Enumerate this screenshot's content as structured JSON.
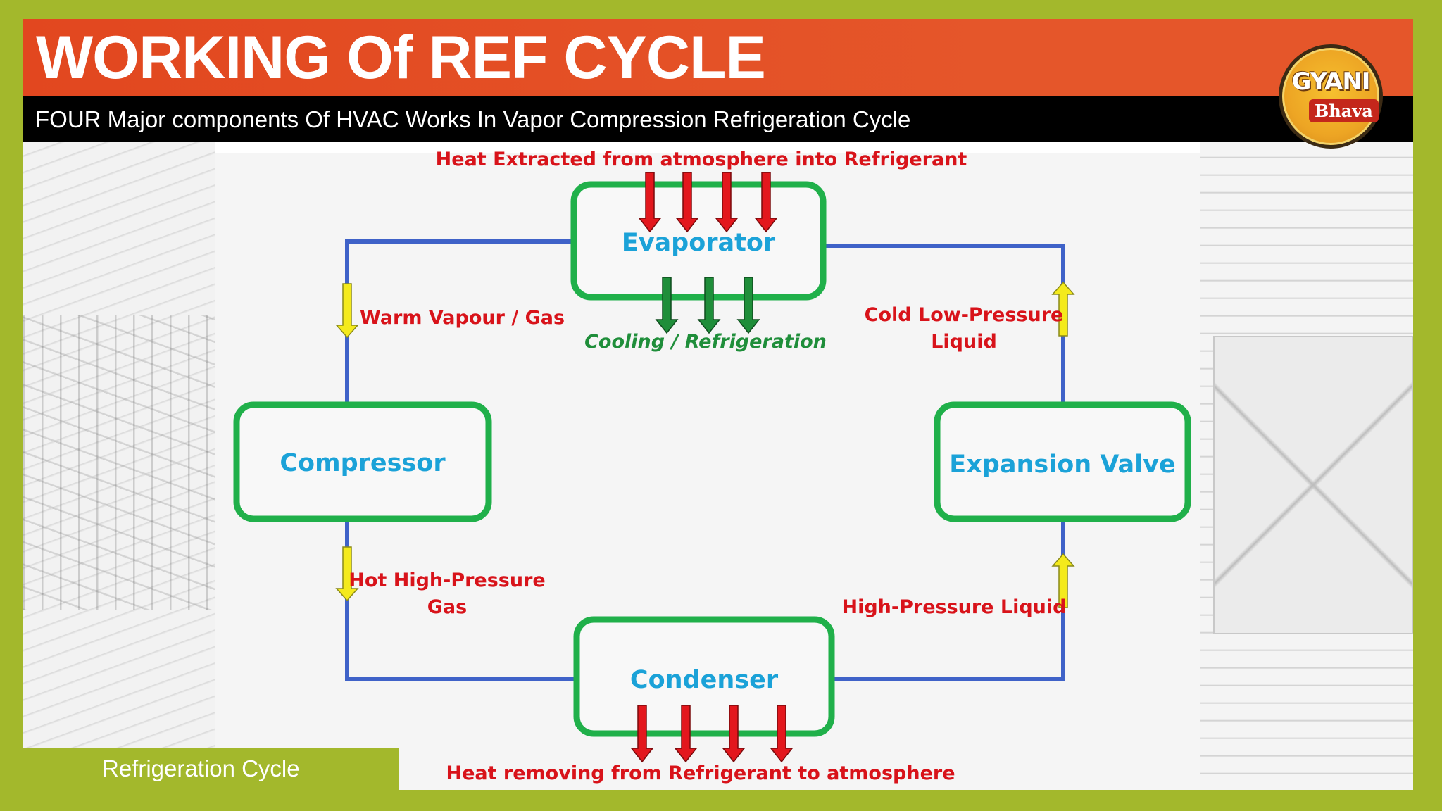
{
  "header": {
    "title": "WORKING Of REF CYCLE",
    "subtitle": "FOUR Major components Of  HVAC Works In Vapor Compression Refrigeration Cycle"
  },
  "logo": {
    "top_text": "GYANI",
    "bottom_text": "Bhava"
  },
  "diagram": {
    "components": {
      "evaporator": "Evaporator",
      "compressor": "Compressor",
      "condenser": "Condenser",
      "expansion_valve": "Expansion Valve"
    },
    "labels": {
      "heat_in": "Heat Extracted from atmosphere into Refrigerant",
      "cooling": "Cooling / Refrigeration",
      "warm_vapour": "Warm Vapour / Gas",
      "hot_gas_line1": "Hot High-Pressure",
      "hot_gas_line2": "Gas",
      "cold_liquid_line1": "Cold Low-Pressure",
      "cold_liquid_line2": "Liquid",
      "high_pressure_liquid": "High-Pressure Liquid",
      "heat_out": "Heat removing from Refrigerant  to atmosphere"
    }
  },
  "footer": {
    "label": "Refrigeration Cycle"
  },
  "colors": {
    "title_bar": "#e5562a",
    "subtitle_bar": "#000000",
    "frame": "#a3b82c",
    "component_border": "#20b04a",
    "component_text": "#1ba2d8",
    "pipe": "#3f62c8",
    "heat_arrow": "#e3171d",
    "cooling_arrow": "#1f8e3a",
    "flow_arrow": "#f4ea1c",
    "label_text": "#d8131a"
  }
}
